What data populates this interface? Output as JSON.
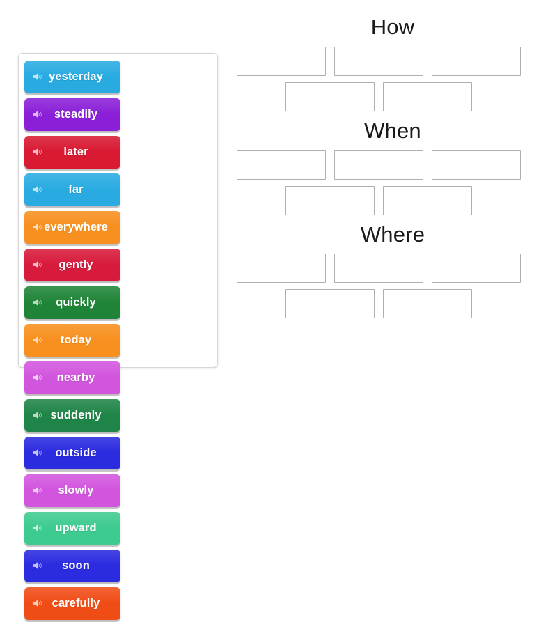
{
  "word_bank": {
    "name": "word-bank-panel",
    "speaker_icon": "speaker-icon",
    "tiles": [
      {
        "label": "yesterday",
        "color": "#29ABE2"
      },
      {
        "label": "steadily",
        "color": "#8B1FD8"
      },
      {
        "label": "later",
        "color": "#D81A32"
      },
      {
        "label": "far",
        "color": "#29ABE2"
      },
      {
        "label": "everywhere",
        "color": "#F7901E"
      },
      {
        "label": "gently",
        "color": "#D81A3C"
      },
      {
        "label": "quickly",
        "color": "#1F8437"
      },
      {
        "label": "today",
        "color": "#F7901E"
      },
      {
        "label": "nearby",
        "color": "#D255DE"
      },
      {
        "label": "suddenly",
        "color": "#1F8447"
      },
      {
        "label": "outside",
        "color": "#2B2BE0"
      },
      {
        "label": "slowly",
        "color": "#D255DE"
      },
      {
        "label": "upward",
        "color": "#3ECB8F"
      },
      {
        "label": "soon",
        "color": "#2B2BE0"
      },
      {
        "label": "carefully",
        "color": "#F04D16"
      }
    ]
  },
  "categories": [
    {
      "title": "How",
      "rows": [
        [
          "",
          "",
          ""
        ],
        [
          "",
          ""
        ]
      ]
    },
    {
      "title": "When",
      "rows": [
        [
          "",
          "",
          ""
        ],
        [
          "",
          ""
        ]
      ]
    },
    {
      "title": "Where",
      "rows": [
        [
          "",
          "",
          ""
        ],
        [
          "",
          ""
        ]
      ]
    }
  ]
}
